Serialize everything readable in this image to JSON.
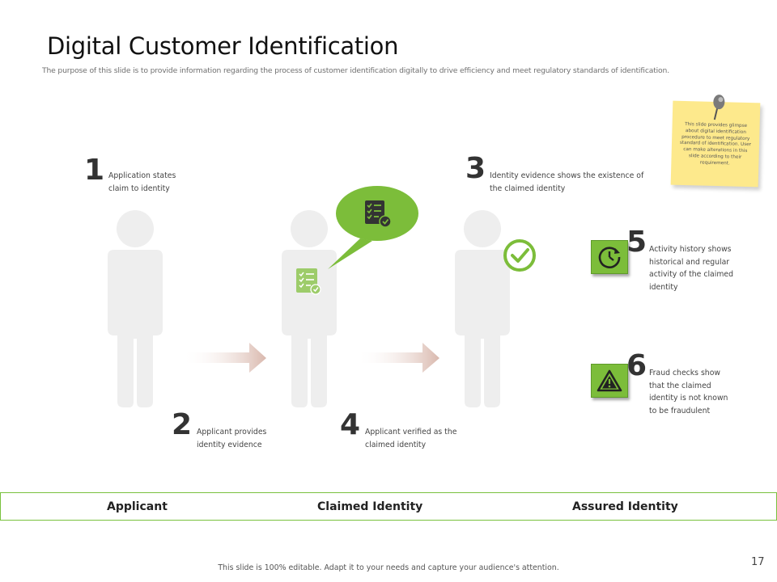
{
  "title": "Digital Customer Identification",
  "subtitle": "The purpose of this slide is to provide information regarding the process of customer identification digitally to drive efficiency and meet regulatory standards of identification.",
  "note": {
    "text": "This slide provides glimpse about digital identification procedure to meet regulatory standard of identification. User can make alterations in this slide according to their requirement."
  },
  "steps": [
    {
      "number": "1",
      "line1": "Application states",
      "line2": "claim to identity"
    },
    {
      "number": "2",
      "line1": "Applicant provides",
      "line2": "identity evidence"
    },
    {
      "number": "3",
      "line1": "Identity evidence shows the existence of",
      "line2": "the claimed identity"
    },
    {
      "number": "4",
      "line1": "Applicant verified as the",
      "line2": "claimed identity"
    },
    {
      "number": "5",
      "line1": "Activity history shows",
      "line2": "historical and regular",
      "line3": "activity of the claimed",
      "line4": "identity"
    },
    {
      "number": "6",
      "line1": "Fraud checks show",
      "line2": "that the claimed",
      "line3": "identity is not known",
      "line4": "to be fraudulent"
    }
  ],
  "bar": {
    "labels": [
      "Applicant",
      "Claimed Identity",
      "Assured Identity"
    ]
  },
  "footer": "This slide is 100% editable. Adapt it to your needs and capture your audience's attention.",
  "page_number": "17",
  "icons": {
    "person": "person-silhouette-icon",
    "checklist": "checklist-icon",
    "check": "check-circle-icon",
    "clock": "clock-history-icon",
    "warning": "warning-icon",
    "pin": "pushpin-icon"
  },
  "colors": {
    "accent_green": "#7cbd3a",
    "silhouette": "#eeeeee",
    "arrow": "#d9b8ad",
    "note_yellow": "#fde98c"
  }
}
